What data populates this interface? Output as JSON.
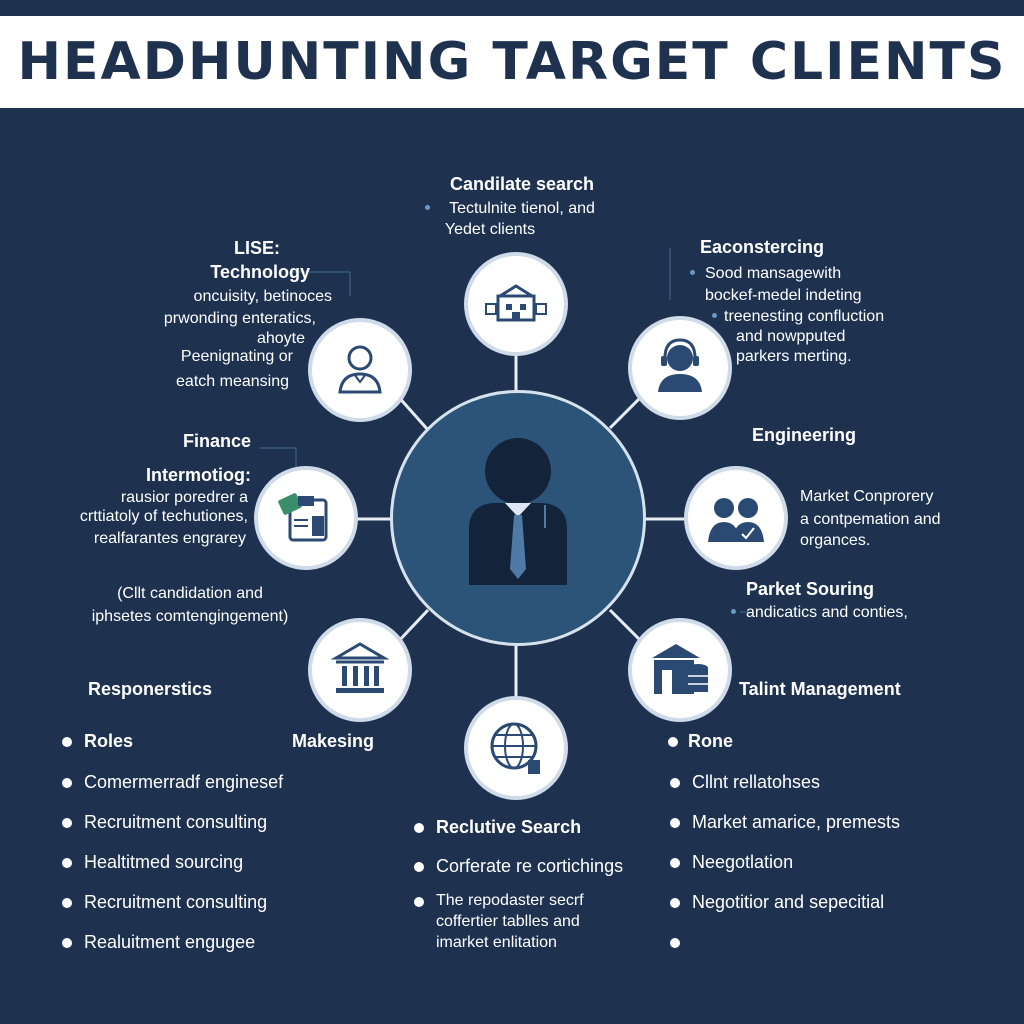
{
  "header": {
    "title": "HEADHUNTING TARGET CLIENTS"
  },
  "top": {
    "heading": "Candilate search",
    "lines": [
      "Tectulnite tienol, and",
      "Yedet clients"
    ]
  },
  "left_top": {
    "heading1": "LISE:",
    "heading2": "Technology",
    "lines": [
      "oncuisity, betinoces",
      "prwonding enteratics,",
      "ahoyte",
      "Peenignating or",
      "eatch meansing"
    ]
  },
  "left_mid": {
    "heading1": "Finance",
    "heading2": "Intermotiog:",
    "lines": [
      "rausior poredrer a",
      "crttiatoly of techutiones,",
      "realfarantes engrarey"
    ],
    "note_lines": [
      "(Cllt candidation and",
      "iphsetes comtengingement)"
    ]
  },
  "right_top": {
    "heading": "Eaconstercing",
    "lines": [
      "Sood mansagewith",
      "bockef-medel indeting",
      "treenesting confluction",
      "and nowpputed",
      "parkers merting."
    ]
  },
  "right_mid": {
    "heading": "Engineering",
    "lines": [
      "Market Conprorery",
      "a contpemation and",
      "organces."
    ]
  },
  "right_lower": {
    "heading": "Parket Souring",
    "lines": [
      "andicatics and conties,"
    ]
  },
  "labels": {
    "responsibilities": "Responerstics",
    "makesing": "Makesing",
    "talent": "Talint Management"
  },
  "left_list": [
    "Roles",
    "Comermerradf enginesef",
    "Recruitment consulting",
    "Healtitmed sourcing",
    "Recruitment consulting",
    "Realuitment engugee"
  ],
  "bottom_list": {
    "heading": "Reclutive Search",
    "item1": "Corferate re cortichings",
    "item2_lines": [
      "The repodaster secrf",
      "coffertier tablles and",
      "imarket enlitation"
    ]
  },
  "right_list": [
    "Rone",
    "Cllnt rellatohses",
    "Market amarice, premests",
    "Neegotlation",
    "Negotitior and sepecitial",
    ""
  ],
  "icons": {
    "hub": "businessman-icon",
    "top": "office-building-icon",
    "left_top": "person-icon",
    "right_top": "woman-headset-icon",
    "left_mid": "finance-documents-icon",
    "right_mid": "engineering-team-icon",
    "left_low": "bank-columns-icon",
    "right_low": "storefront-database-icon",
    "bottom": "globe-icon"
  },
  "colors": {
    "background": "#1e3250",
    "hub": "#2c5478",
    "icon": "#2b4a73",
    "node": "#ffffff",
    "accent": "#6f99c6"
  }
}
